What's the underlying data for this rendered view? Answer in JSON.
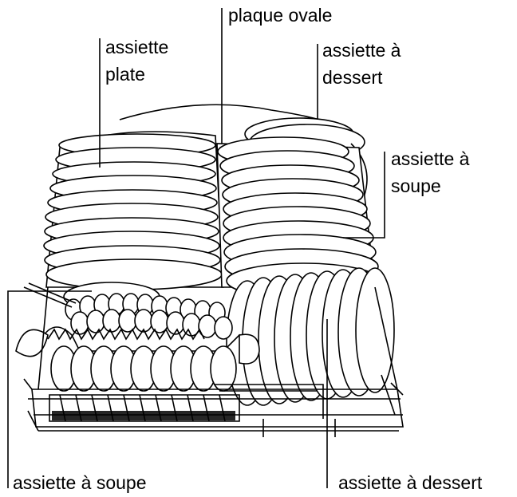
{
  "labels": {
    "plaque_ovale": "plaque ovale",
    "assiette_plate": [
      "assiette",
      "plate"
    ],
    "assiette_dessert_top": [
      "assiette à",
      "dessert"
    ],
    "assiette_soupe_right": [
      "assiette à",
      "soupe"
    ],
    "assiette_soupe_bottom": "assiette à soupe",
    "assiette_dessert_bottom": "assiette à dessert"
  },
  "colors": {
    "line": "#000000",
    "background": "#ffffff"
  }
}
